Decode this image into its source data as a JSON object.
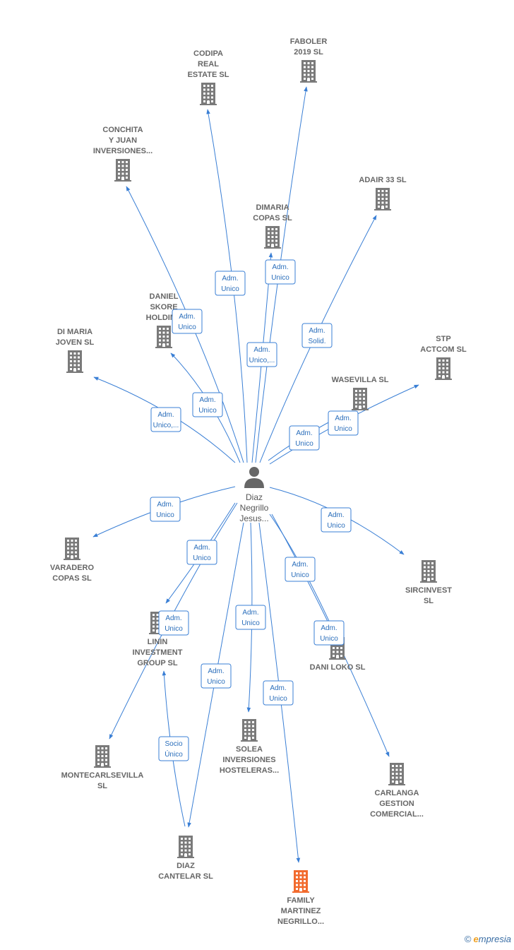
{
  "center": {
    "label_lines": [
      "Diaz",
      "Negrillo",
      "Jesus..."
    ]
  },
  "companies": [
    {
      "id": "codipa",
      "lines": [
        "CODIPA",
        "REAL",
        "ESTATE  SL"
      ]
    },
    {
      "id": "faboler",
      "lines": [
        "FABOLER",
        "2019  SL"
      ]
    },
    {
      "id": "conchita",
      "lines": [
        "CONCHITA",
        "Y JUAN",
        "INVERSIONES..."
      ]
    },
    {
      "id": "adair",
      "lines": [
        "ADAIR 33 SL"
      ]
    },
    {
      "id": "dimaria-copas",
      "lines": [
        "DIMARIA",
        "COPAS  SL"
      ]
    },
    {
      "id": "daniel",
      "lines": [
        "DANIEL",
        "SKORE",
        "HOLDING"
      ]
    },
    {
      "id": "dimaria-joven",
      "lines": [
        "DI MARIA",
        "JOVEN SL"
      ]
    },
    {
      "id": "stp",
      "lines": [
        "STP",
        "ACTCOM  SL"
      ]
    },
    {
      "id": "wasevilla",
      "lines": [
        "WASEVILLA  SL"
      ]
    },
    {
      "id": "varadero",
      "lines": [
        "VARADERO",
        "COPAS SL"
      ]
    },
    {
      "id": "sircinvest",
      "lines": [
        "SIRCINVEST",
        "SL"
      ]
    },
    {
      "id": "linin",
      "lines": [
        "LININ",
        "INVESTMENT",
        "GROUP  SL"
      ]
    },
    {
      "id": "daniloko",
      "lines": [
        "DANI LOKO  SL"
      ]
    },
    {
      "id": "montecarl",
      "lines": [
        "MONTECARLSEVILLA",
        "SL"
      ]
    },
    {
      "id": "solea",
      "lines": [
        "SOLEA",
        "INVERSIONES",
        "HOSTELERAS..."
      ]
    },
    {
      "id": "carlanga",
      "lines": [
        "CARLANGA",
        "GESTION",
        "COMERCIAL..."
      ]
    },
    {
      "id": "diaz-cantelar",
      "lines": [
        "DIAZ",
        "CANTELAR  SL"
      ]
    },
    {
      "id": "family",
      "lines": [
        "FAMILY",
        "MARTINEZ",
        "NEGRILLO..."
      ],
      "highlight": true
    }
  ],
  "edges": [
    {
      "to": "codipa",
      "label": [
        "Adm.",
        "Unico"
      ]
    },
    {
      "to": "faboler",
      "label": [
        "Adm.",
        "Unico"
      ]
    },
    {
      "to": "conchita",
      "label": [
        "Adm.",
        "Unico"
      ]
    },
    {
      "to": "adair",
      "label": [
        "Adm.",
        "Solid."
      ]
    },
    {
      "to": "dimaria-copas",
      "label": [
        "Adm.",
        "Unico,..."
      ]
    },
    {
      "to": "daniel",
      "label": [
        "Adm.",
        "Unico"
      ]
    },
    {
      "to": "dimaria-joven",
      "label": [
        "Adm.",
        "Unico,..."
      ]
    },
    {
      "to": "stp",
      "label": [
        "Adm.",
        "Unico"
      ]
    },
    {
      "to": "wasevilla",
      "label": [
        "Adm.",
        "Unico"
      ]
    },
    {
      "to": "varadero",
      "label": [
        "Adm.",
        "Unico"
      ]
    },
    {
      "to": "sircinvest",
      "label": [
        "Adm.",
        "Unico"
      ]
    },
    {
      "to": "linin",
      "label": [
        "Adm.",
        "Unico"
      ]
    },
    {
      "to": "daniloko",
      "label": [
        "Adm.",
        "Unico"
      ]
    },
    {
      "to": "montecarl",
      "label": [
        "Adm.",
        "Unico"
      ]
    },
    {
      "to": "solea",
      "label": [
        "Adm.",
        "Unico"
      ]
    },
    {
      "to": "carlanga",
      "label": [
        "Adm.",
        "Unico"
      ]
    },
    {
      "to": "diaz-cantelar",
      "label": [
        "Adm.",
        "Unico"
      ]
    },
    {
      "to": "family",
      "label": [
        "Adm.",
        "Unico"
      ]
    },
    {
      "from": "diaz-cantelar",
      "to": "linin",
      "label": [
        "Socio",
        "Único"
      ]
    }
  ],
  "colors": {
    "edge": "#3a7fd5",
    "building": "#7a7a7a",
    "highlight": "#f26b2e",
    "person": "#666666"
  },
  "footer": {
    "copyright": "©",
    "brand_initial": "e",
    "brand_rest": "mpresia"
  }
}
